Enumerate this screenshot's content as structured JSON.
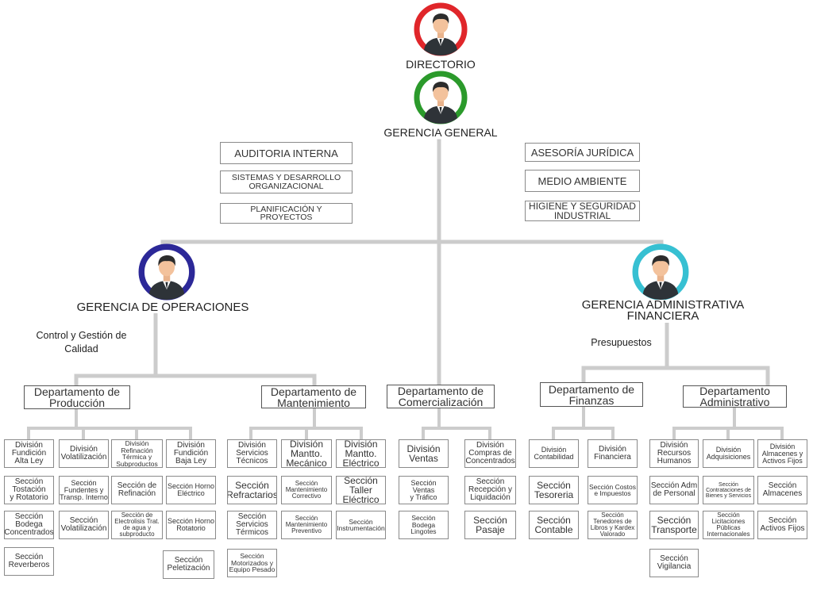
{
  "colors": {
    "connector": "#cccccc",
    "directorio_ring": "#e0262a",
    "gerencia_general_ring": "#2b9a2b",
    "operaciones_ring": "#2c2898",
    "administrativa_ring": "#37c0d2",
    "box_border": "#8a8a8a"
  },
  "icons": {
    "avatar": "person-avatar-icon"
  },
  "top": {
    "directorio": "DIRECTORIO",
    "gerencia_general": "GERENCIA GENERAL"
  },
  "staff_left": {
    "auditoria": "AUDITORIA INTERNA",
    "sistemas": "SISTEMAS Y DESARROLLO\nORGANIZACIONAL",
    "planificacion": "PLANIFICACIÓN Y\nPROYECTOS"
  },
  "staff_right": {
    "asesoria": "ASESORÍA JURÍDICA",
    "medio_ambiente": "MEDIO AMBIENTE",
    "higiene": "HIGIENE Y SEGURIDAD\nINDUSTRIAL"
  },
  "operaciones": {
    "title": "GERENCIA DE OPERACIONES",
    "note": "Control y Gestión de\nCalidad"
  },
  "administrativa": {
    "title": "GERENCIA ADMINISTRATIVA\nFINANCIERA",
    "note": "Presupuestos"
  },
  "departments": {
    "produccion": "Departamento de\nProducción",
    "mantenimiento": "Departamento de\nMantenimiento",
    "comercializacion": "Departamento de\nComercialización",
    "finanzas": "Departamento de\nFinanzas",
    "administrativo": "Departamento\nAdministrativo"
  },
  "produccion_units": {
    "div_fundicion_alta": "División\nFundición\nAlta Ley",
    "div_volatilizacion": "División\nVolatilización",
    "div_refinacion": "División\nRefinación\nTérmica y\nSubproductos",
    "div_fundicion_baja": "División\nFundición\nBaja Ley",
    "sec_tostacion": "Sección\nTostación\ny Rotatorio",
    "sec_fundentes": "Sección\nFundentes y\nTransp. Interno",
    "sec_refinacion": "Sección de\nRefinación",
    "sec_horno_electrico": "Sección Horno\nEléctrico",
    "sec_bodega": "Sección\nBodega\nConcentrados",
    "sec_volatilizacion": "Sección\nVolatilización",
    "sec_electrolisis": "Sección de\nElectrolisis Trat.\nde agua y\nsubproducto",
    "sec_horno_rotatorio": "Sección Horno\nRotatorio",
    "sec_reverberos": "Sección\nReverberos",
    "sec_peletizacion": "Sección\nPeletización"
  },
  "mantenimiento_units": {
    "div_servicios": "División\nServicios\nTécnicos",
    "div_mecanico": "División\nMantto.\nMecánico",
    "div_electrico": "División\nMantto.\nEléctrico",
    "sec_refractarios": "Sección\nRefractarios",
    "sec_correctivo": "Sección\nMantenimiento\nCorrectivo",
    "sec_taller": "Sección\nTaller\nEléctrico",
    "sec_serv_termicos": "Sección\nServicios\nTérmicos",
    "sec_preventivo": "Sección\nMantenimiento\nPreventivo",
    "sec_instrumentacion": "Sección\nInstrumentación",
    "sec_motorizados": "Sección\nMotorizados y\nEquipo Pesado"
  },
  "comercializacion_units": {
    "div_ventas": "División\nVentas",
    "div_compras": "División\nCompras de\nConcentrados",
    "sec_ventas_trafico": "Sección Ventas\ny Tráfico",
    "sec_recepcion": "Sección\nRecepción y\nLiquidación",
    "sec_bodega_lingotes": "Sección Bodega\nLingotes",
    "sec_pasaje": "Sección\nPasaje"
  },
  "finanzas_units": {
    "div_contabilidad": "División\nContabilidad",
    "div_financiera": "División\nFinanciera",
    "sec_tesoreria": "Sección\nTesoreria",
    "sec_costos": "Sección Costos\ne Impuestos",
    "sec_contable": "Sección\nContable",
    "sec_tenedores": "Sección\nTenedores de\nLibros y Kardex\nValorado"
  },
  "administrativo_units": {
    "div_rrhh": "División\nRecursos\nHumanos",
    "div_adquisiciones": "División\nAdquisiciones",
    "div_almacenes": "División\nAlmacenes y\nActivos Fijos",
    "sec_adm_personal": "Sección Adm\nde Personal",
    "sec_contrataciones": "Sección\nContrataciones de\nBienes y Servicios",
    "sec_almacenes": "Sección\nAlmacenes",
    "sec_transporte": "Sección\nTransporte",
    "sec_licitaciones": "Sección\nLicitaciones\nPúblicas\nInternacionales",
    "sec_activos_fijos": "Sección\nActivos Fijos",
    "sec_vigilancia": "Sección\nVigilancia"
  }
}
